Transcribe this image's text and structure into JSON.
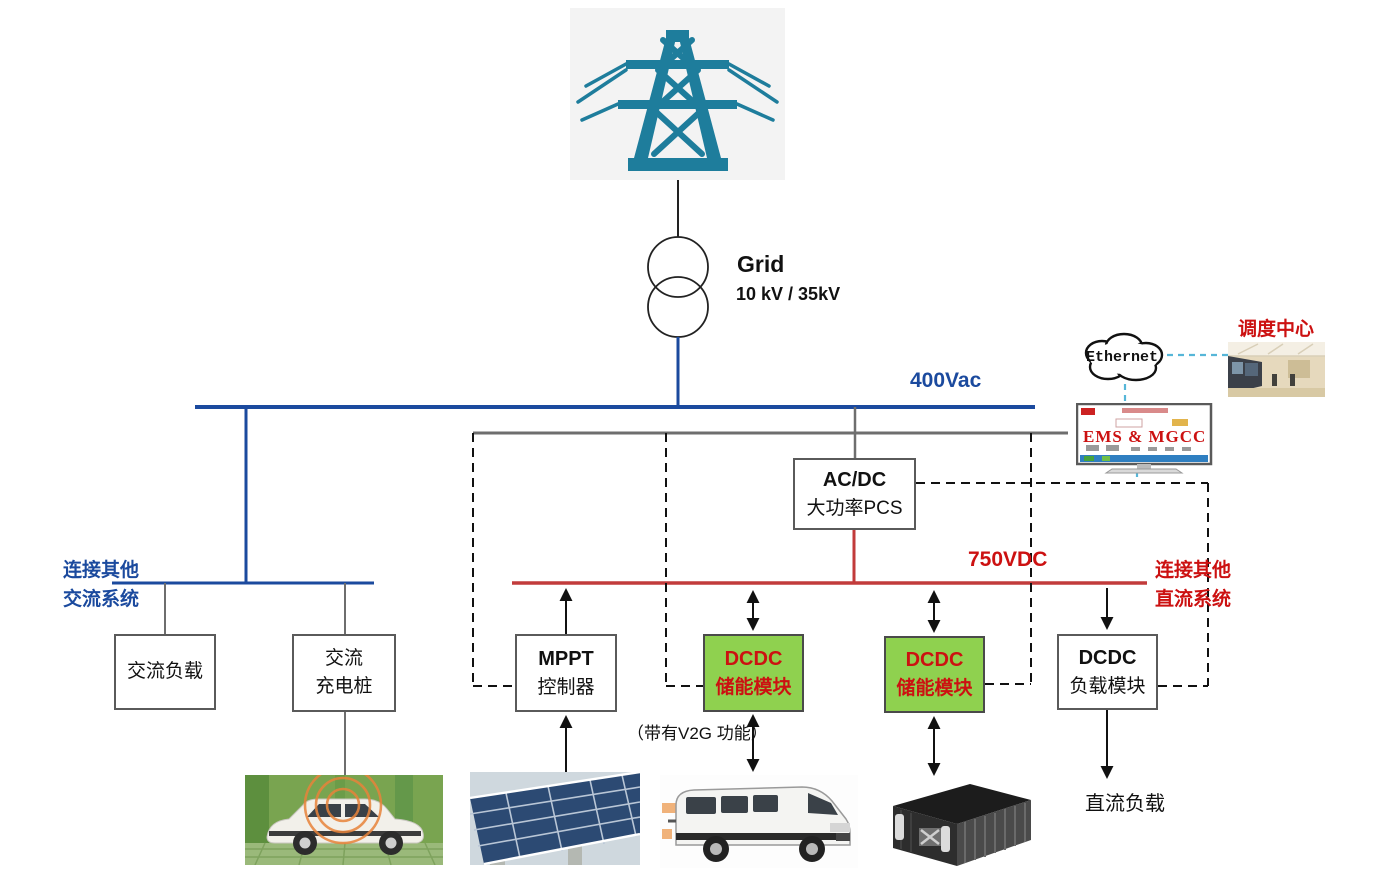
{
  "grid": {
    "title": "Grid",
    "voltage": "10 kV / 35kV"
  },
  "buses": {
    "ac_label": "400Vac",
    "dc_label": "750VDC"
  },
  "network": {
    "ethernet": "Ethernet",
    "dispatch_center": "调度中心",
    "ems": "EMS & MGCC"
  },
  "side_notes": {
    "ac_line1": "连接其他",
    "ac_line2": "交流系统",
    "dc_line1": "连接其他",
    "dc_line2": "直流系统",
    "v2g": "（带有V2G 功能）",
    "dc_load": "直流负载"
  },
  "boxes": {
    "acdc": {
      "line1": "AC/DC",
      "line2": "大功率PCS"
    },
    "ac_load": {
      "line1": "交流负载"
    },
    "ac_charger": {
      "line1": "交流",
      "line2": "充电桩"
    },
    "mppt": {
      "line1": "MPPT",
      "line2": "控制器"
    },
    "ess1": {
      "line1": "DCDC",
      "line2": "储能模块"
    },
    "ess2": {
      "line1": "DCDC",
      "line2": "储能模块"
    },
    "dc_load_module": {
      "line1": "DCDC",
      "line2": "负载模块"
    }
  },
  "colors": {
    "ac_bus": "#1B4A9E",
    "dc_bus": "#C23B3B",
    "accent_red_text": "#CC1111",
    "storage_green": "#8FD14F",
    "tower_teal": "#1E7D9C",
    "comm_gray": "#7a7a7a",
    "ethernet_dash": "#56B6D8"
  }
}
